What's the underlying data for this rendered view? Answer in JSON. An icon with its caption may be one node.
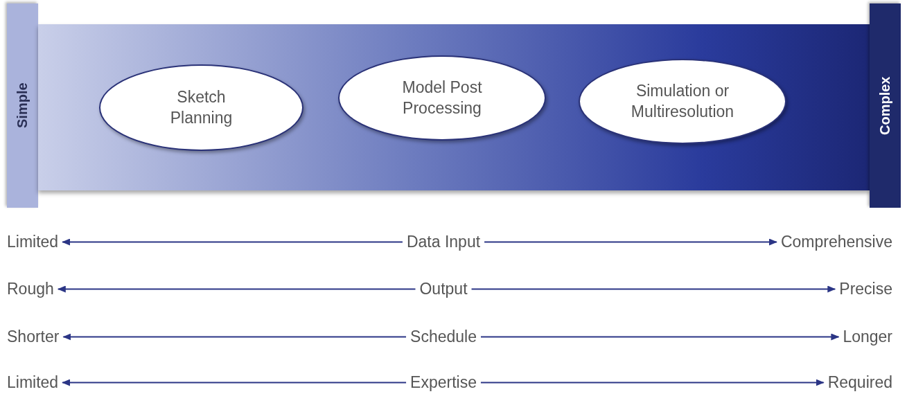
{
  "diagram": {
    "nodes": [
      {
        "text": [
          "Simple"
        ]
      },
      {
        "text": [],
        "shape": "bar"
      },
      {
        "text": [
          "Sketch Planning"
        ],
        "in": 1
      },
      {
        "text": [
          "Model Post Processing"
        ],
        "in": 1
      },
      {
        "text": [
          "Simulation or Multiresolution"
        ],
        "in": 1
      },
      {
        "text": [
          "Complex"
        ]
      },
      {
        "text": [
          "Limited"
        ]
      },
      {
        "text": [
          "Data Input"
        ]
      },
      {
        "text": [
          "Comprehensive"
        ]
      },
      {
        "text": [
          "Rough"
        ]
      },
      {
        "text": [
          "Output"
        ]
      },
      {
        "text": [
          "Precise"
        ]
      },
      {
        "text": [
          "Shorter"
        ]
      },
      {
        "text": [
          "Schedule"
        ]
      },
      {
        "text": [
          "Longer"
        ]
      },
      {
        "text": [
          "Limited"
        ]
      },
      {
        "text": [
          "Expertise"
        ]
      },
      {
        "text": [
          "Required"
        ]
      }
    ],
    "edges": [
      {
        "from": 7,
        "to": 6,
        "arrow": "to"
      },
      {
        "from": 7,
        "to": 8,
        "arrow": "to"
      },
      {
        "from": 10,
        "to": 9,
        "arrow": "to"
      },
      {
        "from": 10,
        "to": 11,
        "arrow": "to"
      },
      {
        "from": 13,
        "to": 12,
        "arrow": "to"
      },
      {
        "from": 13,
        "to": 14,
        "arrow": "to"
      },
      {
        "from": 16,
        "to": 15,
        "arrow": "to"
      },
      {
        "from": 16,
        "to": 17,
        "arrow": "to"
      }
    ]
  }
}
